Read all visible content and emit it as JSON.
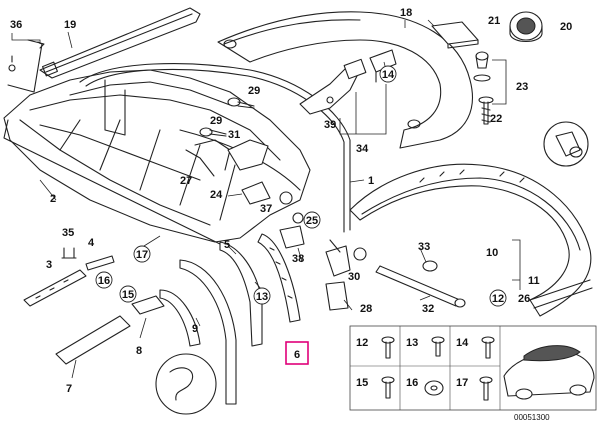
{
  "callouts": {
    "c36": "36",
    "c19": "19",
    "c18": "18",
    "c21": "21",
    "c20": "20",
    "c14a": "14",
    "c23": "23",
    "c22": "22",
    "c29a": "29",
    "c29b": "29",
    "c31": "31",
    "c39": "39",
    "c34": "34",
    "c1": "1",
    "c27": "27",
    "c2": "2",
    "c24": "24",
    "c37": "37",
    "c25": "25",
    "c5": "5",
    "c17": "17",
    "c38": "38",
    "c33": "33",
    "c35": "35",
    "c4": "4",
    "c3": "3",
    "c16": "16",
    "c15": "15",
    "c30": "30",
    "c10": "10",
    "c11": "11",
    "c13": "13",
    "c32": "32",
    "c28": "28",
    "c12a": "12",
    "c26": "26",
    "c9": "9",
    "c8": "8",
    "c6": "6",
    "c7": "7"
  },
  "legend": {
    "r1": [
      "12",
      "13",
      "14"
    ],
    "r2": [
      "15",
      "16",
      "17"
    ]
  },
  "part_number": "00051300",
  "highlight_color": "#e0007a"
}
